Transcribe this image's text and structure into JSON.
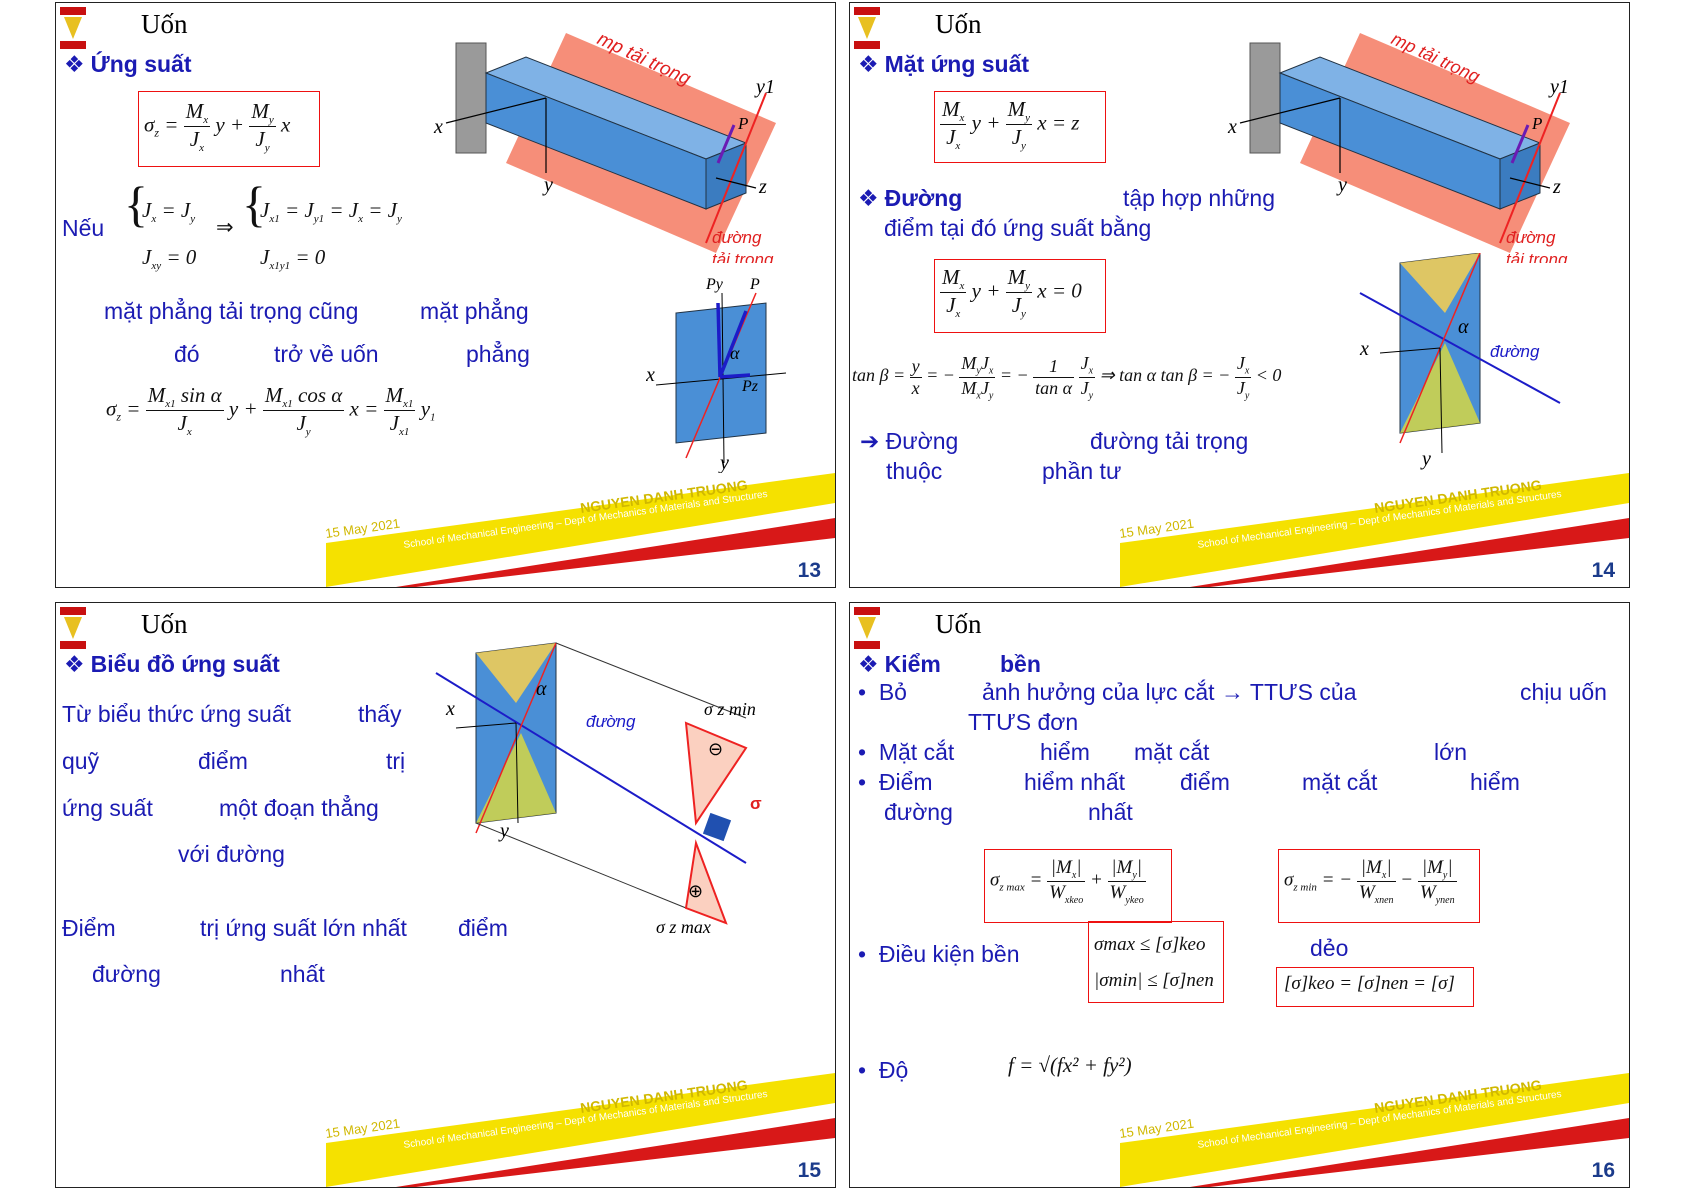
{
  "common": {
    "slide_title": "Uốn",
    "date": "15 May 2021",
    "author": "NGUYEN DANH TRUONG",
    "school": "School of Mechanical Engineering – Dept of Mechanics of Materials and Structures",
    "colors": {
      "heading": "#1b1bb3",
      "box": "#e11111",
      "beam": "#4a8fd6",
      "plane": "#f06a50",
      "footer_yellow": "#f5e100",
      "footer_red": "#d81818"
    }
  },
  "s13": {
    "number": "13",
    "heading": "Ứng suất",
    "formula_box": "σz = Mx/Jx · y + My/Jy · x",
    "neu": "Nếu",
    "cond1": "Jx = Jy ⇒ Jx1 = Jy1 = Jx = Jy",
    "cond2": "Jxy = 0 ⇒ Jx1y1 = 0",
    "text1a": "mặt phẳng tải trọng cũng",
    "text1b": "mặt phẳng",
    "text2a": "đó",
    "text2b": "trở về uốn",
    "text2c": "phẳng",
    "formula2": "σz = Mx1 sinα / Jx · y + Mx1 cosα / Jy · x = Mx1 / Jx1 · y1",
    "fig_labels": {
      "mp": "mp tải trọng",
      "duong": "đường",
      "tai_trong": "tải trọng",
      "x": "x",
      "y": "y",
      "z": "z",
      "y1": "y1",
      "P": "P",
      "Py": "Py",
      "Pz": "Pz",
      "alpha": "α"
    }
  },
  "s14": {
    "number": "14",
    "heading": "Mặt ứng suất",
    "formula1": "Mx/Jx · y + My/Jy · x = z",
    "heading2": "Đường",
    "text1": "tập hợp những",
    "text2": "điểm tại đó ứng suất bằng",
    "formula2": "Mx/Jx · y + My/Jy · x = 0",
    "formula3": "tanβ = y/x = −MyJx/(MxJy) = −1/tanα · Jx/Jy ⇒ tanα tanβ = −Jx/Jy < 0",
    "arrow_text_a": "Đường",
    "arrow_text_b": "đường tải trọng",
    "arrow_text_c": "thuộc",
    "arrow_text_d": "phần tư",
    "fig_labels": {
      "mp": "mp tải trọng",
      "duong": "đường",
      "tai_trong": "tải trọng",
      "duong2": "đường",
      "x": "x",
      "y": "y",
      "z": "z",
      "y1": "y1",
      "P": "P",
      "alpha": "α"
    }
  },
  "s15": {
    "number": "15",
    "heading": "Biểu đồ ứng suất",
    "l1a": "Từ biểu thức ứng suất",
    "l1b": "thấy",
    "l2a": "quỹ",
    "l2b": "điểm",
    "l2c": "trị",
    "l3a": "ứng suất",
    "l3b": "một đoạn thẳng",
    "l4": "với đường",
    "l5a": "Điểm",
    "l5b": "trị ứng suất lớn nhất",
    "l5c": "điểm",
    "l6a": "đường",
    "l6b": "nhất",
    "fig_labels": {
      "x": "x",
      "y": "y",
      "alpha": "α",
      "duong": "đường",
      "sigma_min": "σ z min",
      "sigma_max": "σ z max",
      "sigma": "σ",
      "minus": "⊖",
      "plus": "⊕"
    }
  },
  "s16": {
    "number": "16",
    "heading_a": "Kiểm",
    "heading_b": "bền",
    "b1a": "Bỏ",
    "b1b": "ảnh hưởng của lực cắt → TTƯS của",
    "b1c": "chịu uốn",
    "b1d": "TTƯS đơn",
    "b2a": "Mặt cắt",
    "b2b": "hiểm",
    "b2c": "mặt cắt",
    "b2d": "lớn",
    "b3a": "Điểm",
    "b3b": "hiểm nhất",
    "b3c": "điểm",
    "b3d": "mặt cắt",
    "b3e": "hiểm",
    "b3f": "đường",
    "b3g": "nhất",
    "smax": "σzmax = |Mx|/Wxkeo + |My|/Wykeo",
    "smin": "σzmin = −|Mx|/Wxnen − |My|/Wynen",
    "dk": "Điều kiện bền",
    "dk1": "σmax ≤ [σ]keo",
    "dk2": "|σmin| ≤ [σ]nen",
    "deo": "dẻo",
    "deo_eq": "[σ]keo = [σ]nen = [σ]",
    "do": "Độ",
    "f_eq": "f = √(fx² + fy²)"
  }
}
